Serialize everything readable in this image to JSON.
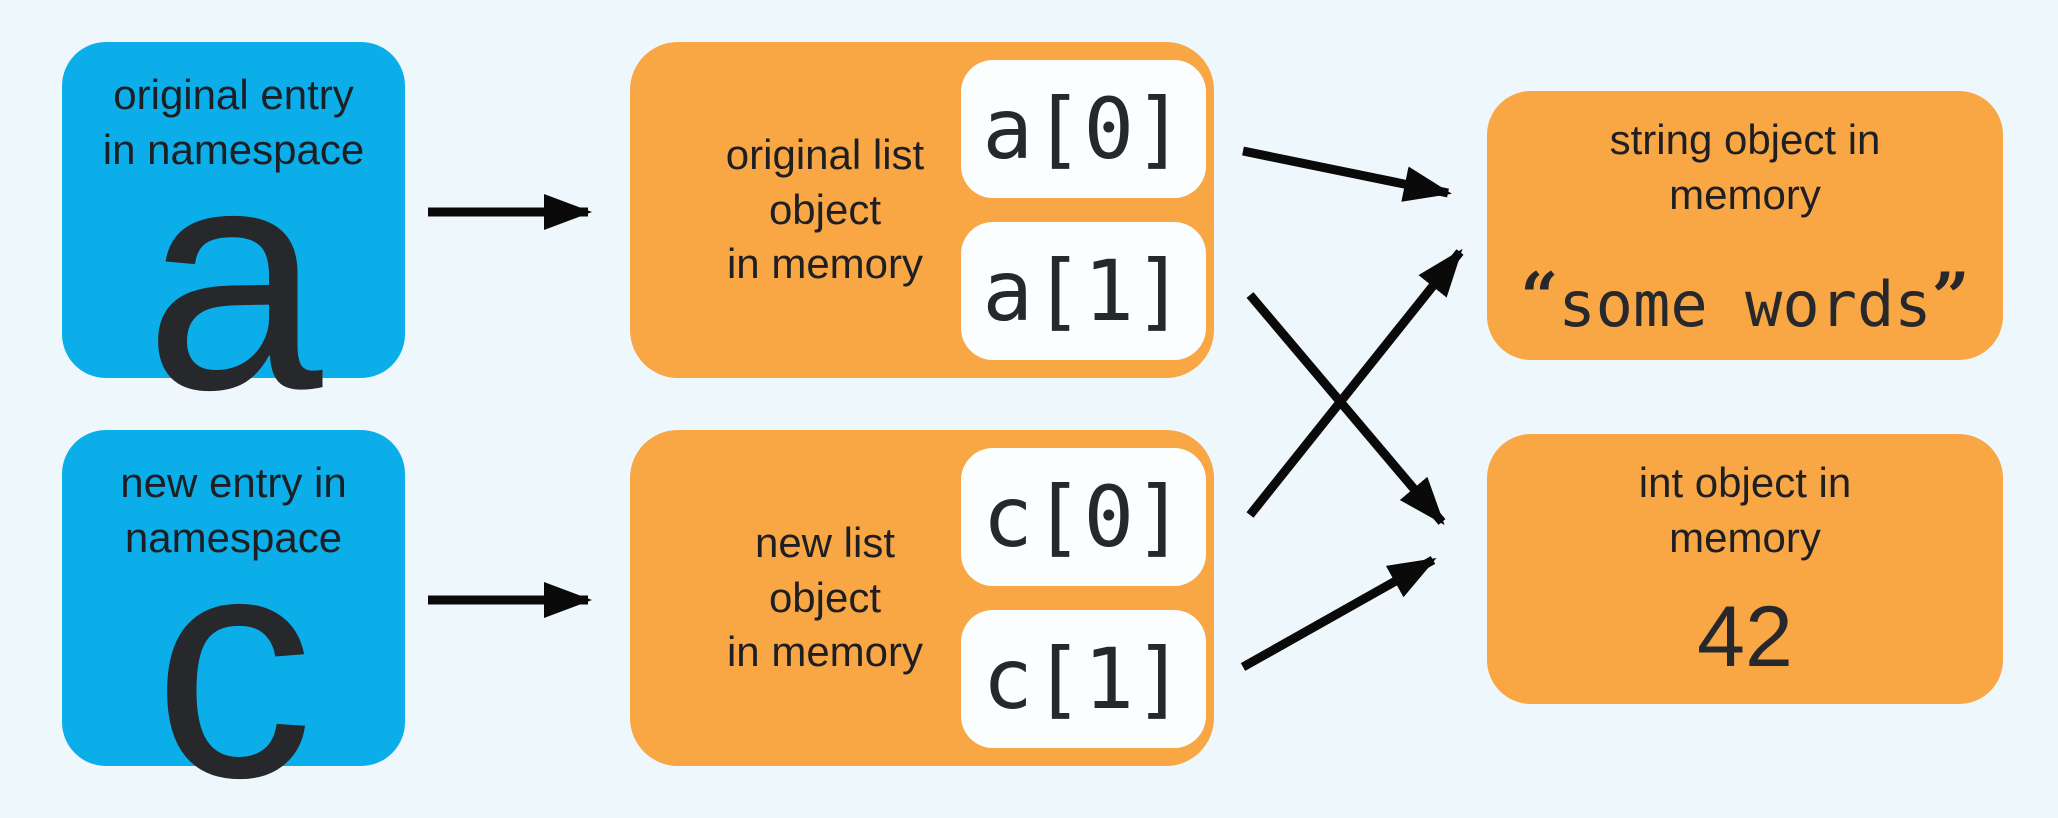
{
  "colors": {
    "background": "#eef7fb",
    "namespace_box_blue": "#0caeea",
    "memory_box_orange": "#f9a645",
    "slot_white": "#fbfeff",
    "arrow_black": "#0a0a0a",
    "text_dark": "#212226"
  },
  "namespace_boxes": [
    {
      "lines": [
        "original entry",
        "in namespace"
      ],
      "name": "a"
    },
    {
      "lines": [
        "new entry in",
        "namespace"
      ],
      "name": "c"
    }
  ],
  "list_boxes": [
    {
      "lines": [
        "original list",
        "object",
        "in memory"
      ],
      "slots": [
        "a[0]",
        "a[1]"
      ]
    },
    {
      "lines": [
        "new list",
        "object",
        "in memory"
      ],
      "slots": [
        "c[0]",
        "c[1]"
      ]
    }
  ],
  "value_boxes": [
    {
      "lines": [
        "string object in",
        "memory"
      ],
      "open_quote": "“",
      "value": "some words",
      "close_quote": "”"
    },
    {
      "lines": [
        "int object in",
        "memory"
      ],
      "value": "42"
    }
  ]
}
